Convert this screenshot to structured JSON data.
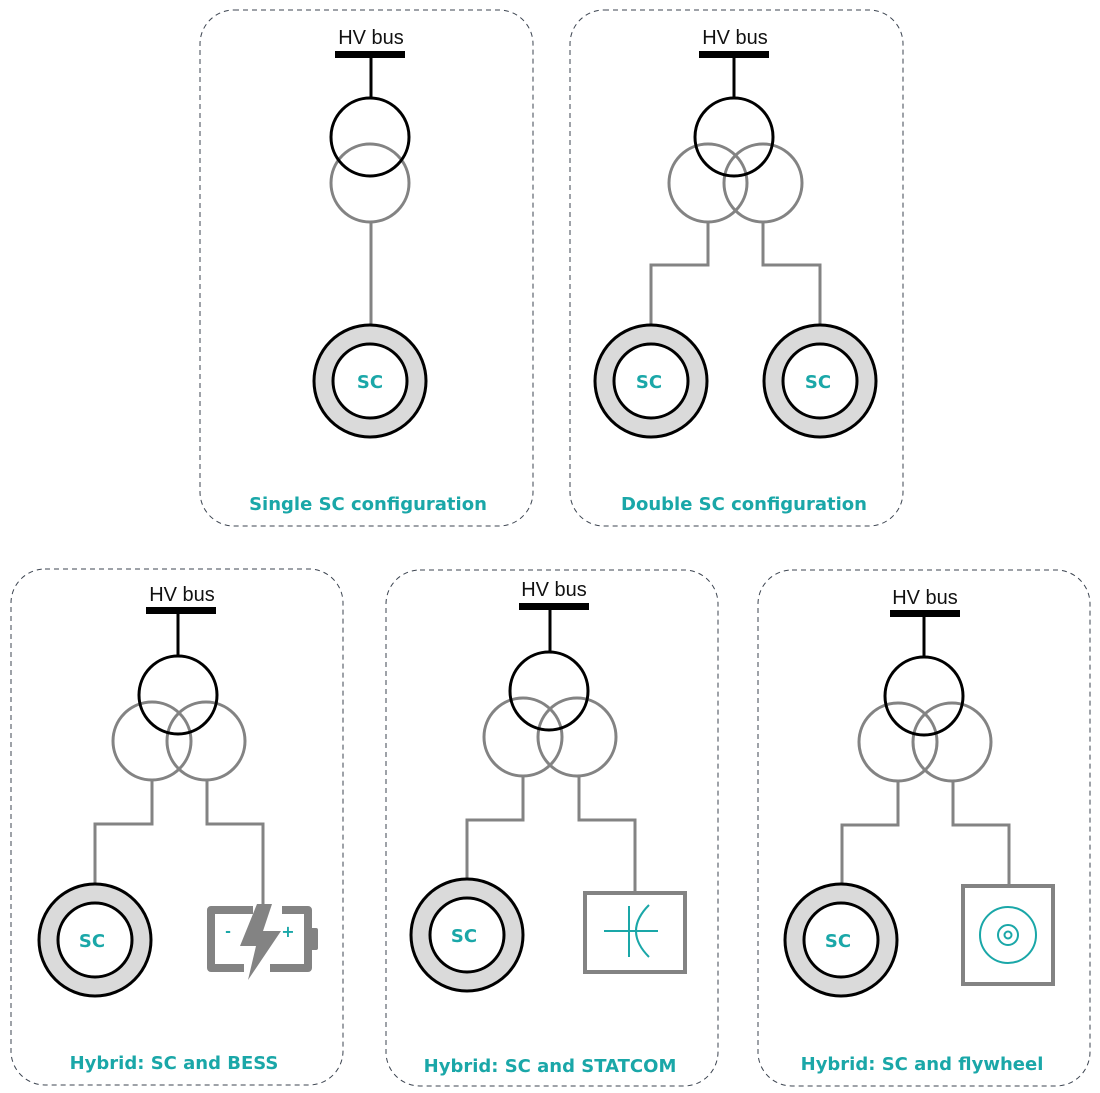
{
  "diagram": {
    "title": "Synchronous condenser configurations",
    "colors": {
      "accent": "#1aa7a8",
      "grey_line": "#838383",
      "black_line": "#000000",
      "sc_ring_fill": "#dadada",
      "panel_border": "#3c4450"
    },
    "panels": [
      {
        "id": "single",
        "bus_label": "HV bus",
        "caption": "Single SC configuration",
        "devices": [
          {
            "type": "sc",
            "label": "SC"
          }
        ]
      },
      {
        "id": "double",
        "bus_label": "HV bus",
        "caption": "Double SC configuration",
        "devices": [
          {
            "type": "sc",
            "label": "SC"
          },
          {
            "type": "sc",
            "label": "SC"
          }
        ]
      },
      {
        "id": "bess",
        "bus_label": "HV bus",
        "caption": "Hybrid: SC and BESS",
        "devices": [
          {
            "type": "sc",
            "label": "SC"
          },
          {
            "type": "battery-icon",
            "minus": "-",
            "plus": "+"
          }
        ]
      },
      {
        "id": "statcom",
        "bus_label": "HV bus",
        "caption": "Hybrid: SC and STATCOM",
        "devices": [
          {
            "type": "sc",
            "label": "SC"
          },
          {
            "type": "capacitor-icon"
          }
        ]
      },
      {
        "id": "flywheel",
        "bus_label": "HV bus",
        "caption": "Hybrid: SC and flywheel",
        "devices": [
          {
            "type": "sc",
            "label": "SC"
          },
          {
            "type": "flywheel-icon"
          }
        ]
      }
    ]
  }
}
